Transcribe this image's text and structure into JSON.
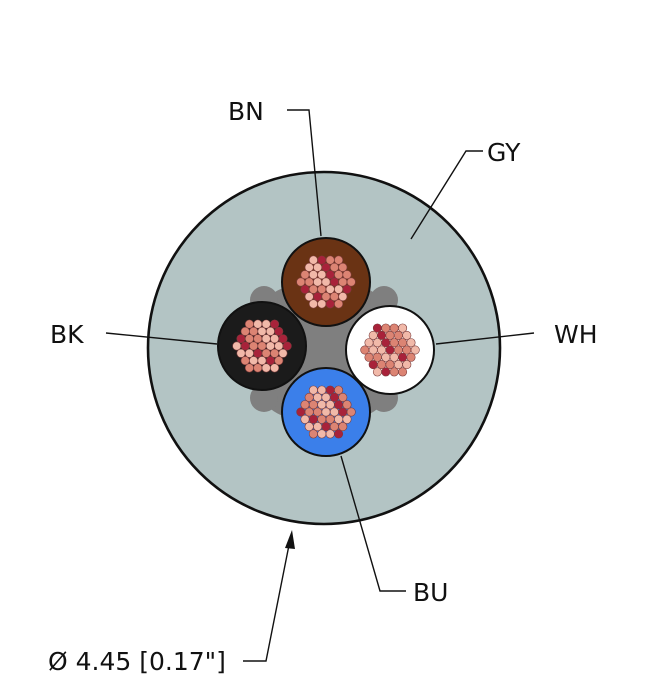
{
  "diagram": {
    "labels": {
      "brown": "BN",
      "gray": "GY",
      "black": "BK",
      "white": "WH",
      "blue": "BU",
      "diameter": "Ø 4.45 [0.17\"]"
    },
    "colors": {
      "jacket": "#b3c4c4",
      "filler": "#7f7f7f",
      "brown": "#6a3314",
      "black": "#1b1b1b",
      "white": "#ffffff",
      "blue": "#3b7fea",
      "strand_light": "#f1b9a9",
      "strand_mid": "#dc8473",
      "strand_dark": "#a8223a",
      "line": "#111111"
    }
  }
}
